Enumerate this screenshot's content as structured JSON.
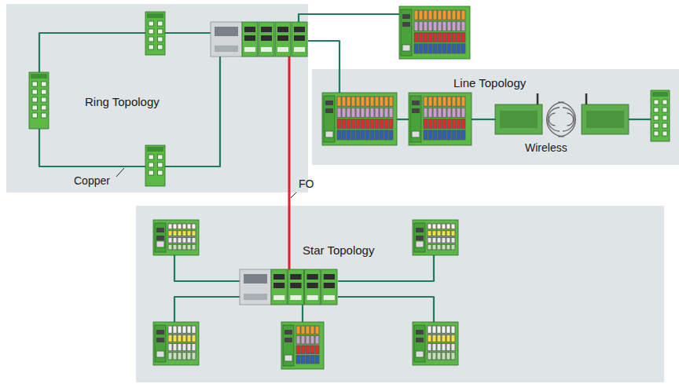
{
  "diagram": {
    "nodes": [
      {
        "text": [
          "Ring Topology"
        ]
      },
      {
        "text": [
          "Line Topology"
        ]
      },
      {
        "text": [
          "Star Topology"
        ]
      }
    ],
    "labels": [
      "Copper",
      "Wireless",
      "FO"
    ]
  }
}
